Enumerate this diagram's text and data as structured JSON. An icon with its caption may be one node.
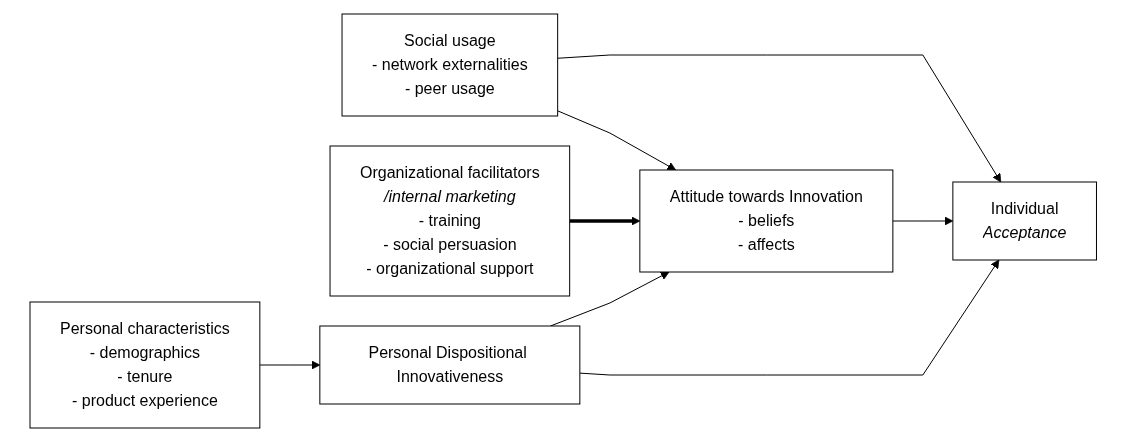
{
  "diagram": {
    "nodes": [
      {
        "text": [
          "Social usage",
          "- network externalities",
          "- peer usage"
        ]
      },
      {
        "text": [
          "Organizational facilitators",
          "*/internal marketing*",
          "- training",
          "- social persuasion",
          "- organizational support"
        ]
      },
      {
        "text": [
          "Attitude towards Innovation",
          "- beliefs",
          "- affects"
        ]
      },
      {
        "text": [
          "Individual",
          "*Acceptance*"
        ]
      },
      {
        "text": [
          "Personal characteristics",
          "- demographics",
          "- tenure",
          "- product experience"
        ]
      },
      {
        "text": [
          "Personal Dispositional Innovativeness"
        ]
      }
    ],
    "edges": [
      {
        "from": 0,
        "to": 3,
        "arrow": "to"
      },
      {
        "from": 0,
        "to": 2,
        "arrow": "to"
      },
      {
        "from": 1,
        "to": 2,
        "arrow": "to",
        "style": "thick"
      },
      {
        "from": 5,
        "to": 2,
        "arrow": "to"
      },
      {
        "from": 2,
        "to": 3,
        "arrow": "to"
      },
      {
        "from": 4,
        "to": 5,
        "arrow": "to"
      },
      {
        "from": 5,
        "to": 3,
        "arrow": "to"
      }
    ]
  }
}
